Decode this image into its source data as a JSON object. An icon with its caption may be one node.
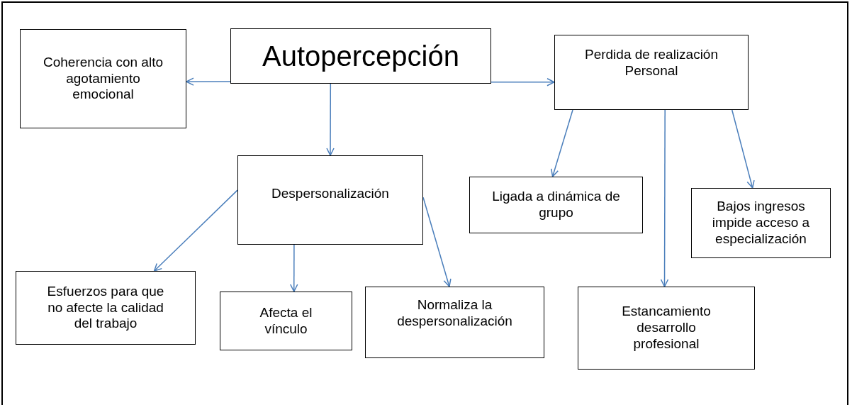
{
  "diagram": {
    "nodes": [
      {
        "text": [
          "Autopercepción"
        ]
      },
      {
        "text": [
          "Coherencia con alto agotamiento emocional"
        ]
      },
      {
        "text": [
          "Perdida de realización Personal"
        ]
      },
      {
        "text": [
          "Despersonalización"
        ]
      },
      {
        "text": [
          "Ligada a dinámica de grupo"
        ]
      },
      {
        "text": [
          "Bajos ingresos impide acceso a especialización"
        ]
      },
      {
        "text": [
          "Esfuerzos para que no afecte la calidad del trabajo"
        ]
      },
      {
        "text": [
          "Afecta el vínculo"
        ]
      },
      {
        "text": [
          "Normaliza la despersonalización"
        ]
      },
      {
        "text": [
          "Estancamiento desarrollo profesional"
        ]
      }
    ],
    "edges": [
      {
        "from": 0,
        "to": 1,
        "arrow": "to"
      },
      {
        "from": 0,
        "to": 2,
        "arrow": "to"
      },
      {
        "from": 0,
        "to": 3,
        "arrow": "to"
      },
      {
        "from": 3,
        "to": 6,
        "arrow": "to"
      },
      {
        "from": 3,
        "to": 7,
        "arrow": "to"
      },
      {
        "from": 3,
        "to": 8,
        "arrow": "to"
      },
      {
        "from": 2,
        "to": 4,
        "arrow": "to"
      },
      {
        "from": 2,
        "to": 9,
        "arrow": "to"
      },
      {
        "from": 2,
        "to": 5,
        "arrow": "to"
      }
    ]
  }
}
